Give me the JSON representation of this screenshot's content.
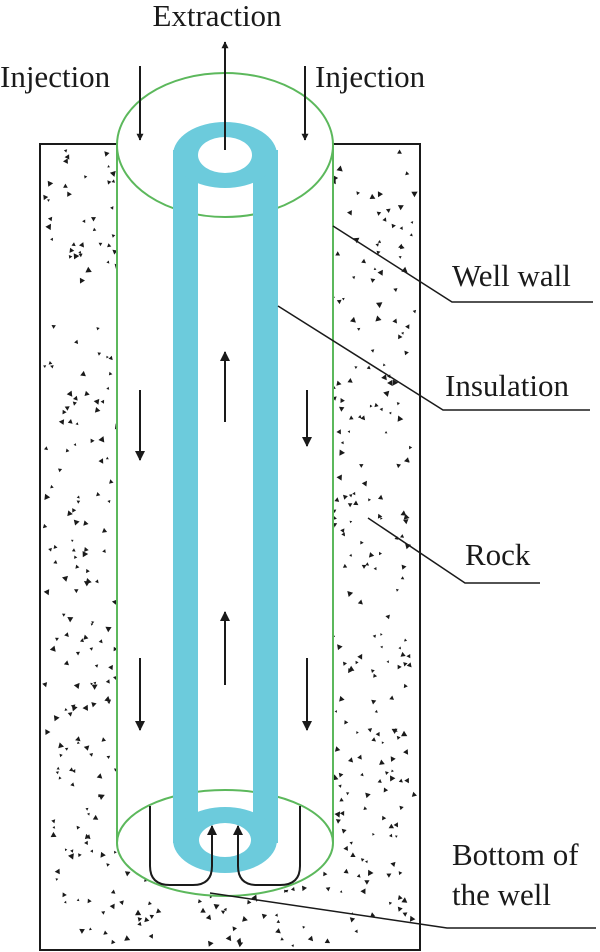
{
  "labels": {
    "extraction": "Extraction",
    "injection_left": "Injection",
    "injection_right": "Injection",
    "well_wall": "Well wall",
    "insulation": "Insulation",
    "rock": "Rock",
    "bottom_line1": "Bottom of",
    "bottom_line2": "the well"
  },
  "colors": {
    "insulation": "#6ccbdc",
    "well_wall": "#5cb85c",
    "rock_dots": "#1a1a1a",
    "outline": "#1a1a1a",
    "text": "#1a1a1a"
  }
}
